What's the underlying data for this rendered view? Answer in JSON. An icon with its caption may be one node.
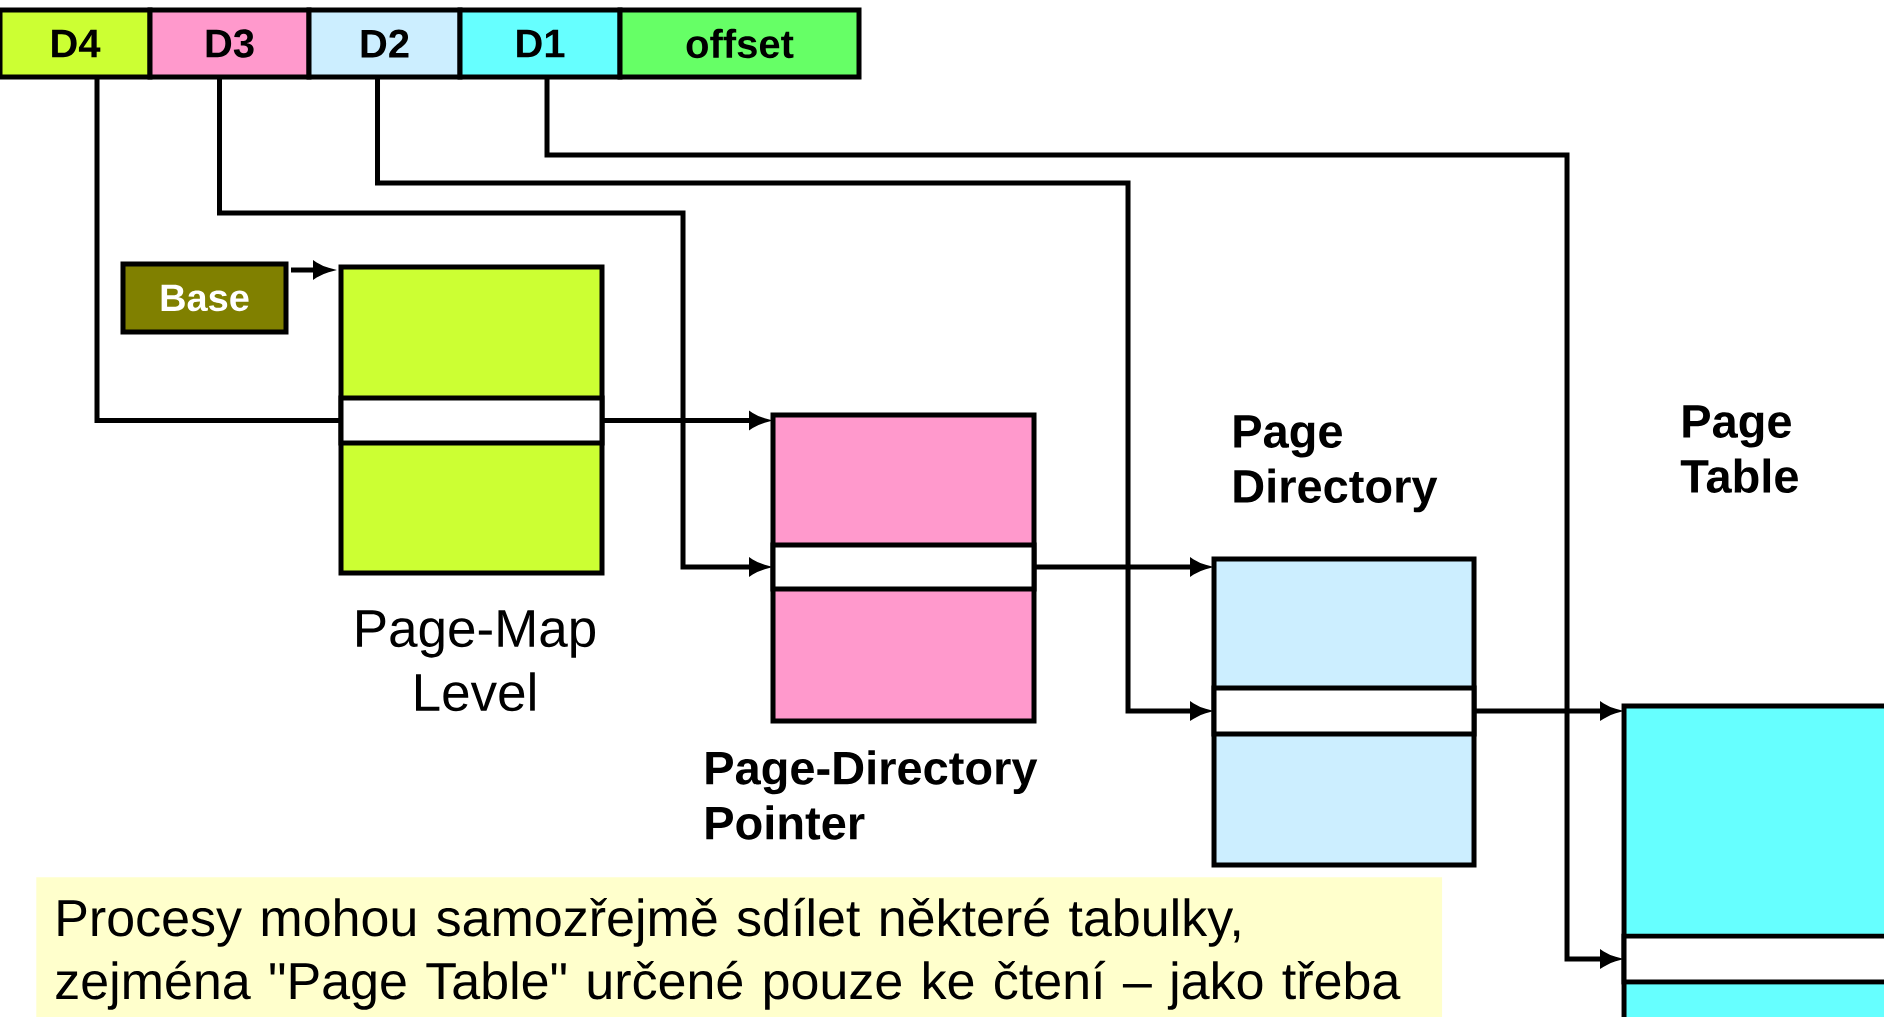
{
  "diagram": {
    "nodes": [
      {
        "text": [
          "D4"
        ]
      },
      {
        "text": [
          "D3"
        ]
      },
      {
        "text": [
          "D2"
        ]
      },
      {
        "text": [
          "D1"
        ]
      },
      {
        "text": [
          "offset"
        ]
      },
      {
        "text": [
          "Base"
        ]
      },
      {
        "text": [
          "Page-Map Level"
        ]
      },
      {
        "text": [],
        "shape": "bar",
        "in": 6
      },
      {
        "text": [
          "Page-Directory Pointer"
        ]
      },
      {
        "text": [],
        "shape": "bar",
        "in": 8
      },
      {
        "text": [
          "Page Directory"
        ]
      },
      {
        "text": [],
        "shape": "bar",
        "in": 10
      },
      {
        "text": [
          "Page Table"
        ]
      },
      {
        "text": [],
        "shape": "bar",
        "in": 12
      },
      {
        "text": [
          "Procesy mohou samozřejmě sdílet některé tabulky, zejména \"Page Table\" určené pouze ke čtení – jako třeba"
        ]
      }
    ],
    "edges": [
      {
        "from": 0,
        "to": 7,
        "arrow": "none"
      },
      {
        "from": 5,
        "to": 6,
        "arrow": "to"
      },
      {
        "from": 7,
        "to": 8,
        "arrow": "to"
      },
      {
        "from": 1,
        "to": 9,
        "arrow": "to"
      },
      {
        "from": 9,
        "to": 10,
        "arrow": "to"
      },
      {
        "from": 2,
        "to": 11,
        "arrow": "to"
      },
      {
        "from": 11,
        "to": 12,
        "arrow": "to"
      },
      {
        "from": 3,
        "to": 13,
        "arrow": "to"
      }
    ]
  }
}
